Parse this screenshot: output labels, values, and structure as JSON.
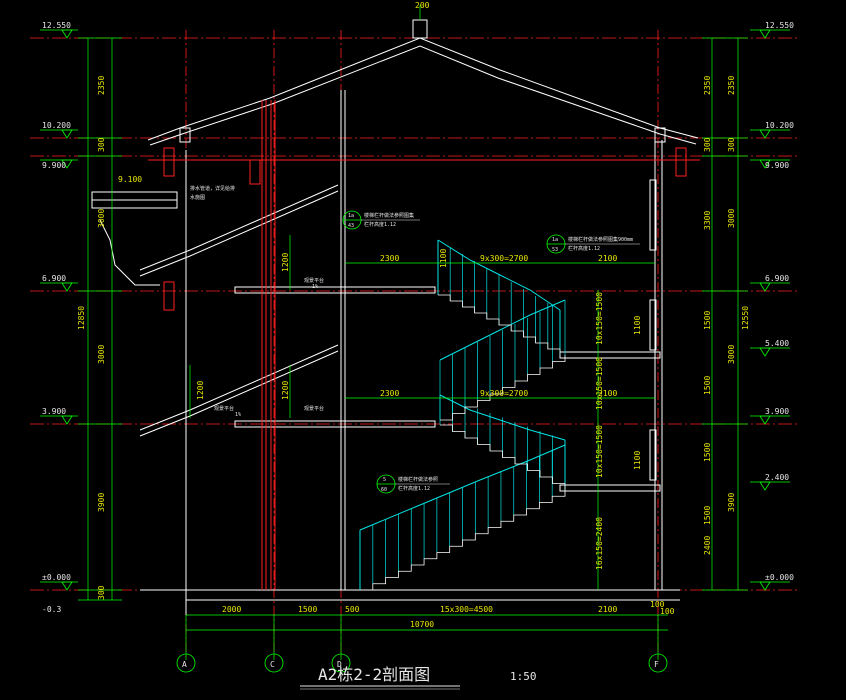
{
  "colors": {
    "background": "#000000",
    "wall": "#ffffff",
    "dimension": "#00ff00",
    "axis": "#ff3030",
    "stair": "#00e5e5",
    "text": "#e6e6e6",
    "gridline": "#ff2020"
  },
  "elevations_left": [
    "12.550",
    "10.200",
    "9.900",
    "6.900",
    "3.900",
    "±0.000",
    "-0.3"
  ],
  "elevations_right": [
    "12.550",
    "10.200",
    "9.900",
    "6.900",
    "5.400",
    "3.900",
    "2.400",
    "±0.000"
  ],
  "dims_left_outer": [
    "2350",
    "300",
    "3000",
    "3000",
    "3900",
    "300"
  ],
  "dims_left_total": "12850",
  "dims_left_inner": [
    "1200",
    "1200"
  ],
  "dims_right_outer": [
    "2350",
    "300",
    "3000",
    "3000",
    "3900"
  ],
  "dims_right_mid": [
    "2350",
    "300",
    "3300",
    "1500",
    "1500",
    "1500",
    "1500",
    "2400"
  ],
  "dims_right_total": "12550",
  "dims_stair_vertical": [
    "10x150=1500",
    "10x150=1500",
    "10x150=1500",
    "16x150=2400"
  ],
  "dims_window": [
    "1100",
    "1100"
  ],
  "dims_inner_1100": "1100",
  "dims_plan_top": [
    "2300",
    "9x300=2700",
    "2100"
  ],
  "dims_plan_mid": [
    "2300",
    "9x300=2700",
    "2100"
  ],
  "dims_bottom": [
    "2000",
    "1500",
    "500",
    "15x300=4500",
    "2100",
    "100",
    "100"
  ],
  "dims_bottom_total": "10700",
  "dims_top_200": "200",
  "dim_9100": "9.100",
  "axes": [
    "A",
    "C",
    "D",
    "F"
  ],
  "notes": {
    "pipe_note_1": "排水管道，详见给排",
    "pipe_note_2": "水施图",
    "balcony_1": "观景平台",
    "balcony_2": "观景平台",
    "balcony_3": "观景平台",
    "slope_1": "1%",
    "slope_2": "1%",
    "ref_1a": "1a",
    "ref_1b": "43",
    "ref_1_text1": "楼梯栏杆做法参照图集",
    "ref_1_text2": "栏杆高度1.12",
    "ref_2a": "1a",
    "ref_2b": "53",
    "ref_2_text1": "楼梯栏杆做法参照图集900mm",
    "ref_2_text2": "栏杆高度1.12",
    "ref_3a": "5",
    "ref_3b": "60",
    "ref_3_text1": "楼梯栏杆做法参照",
    "ref_3_text2": "栏杆高度1.12"
  },
  "title": "A2栋2-2剖面图",
  "scale": "1:50"
}
